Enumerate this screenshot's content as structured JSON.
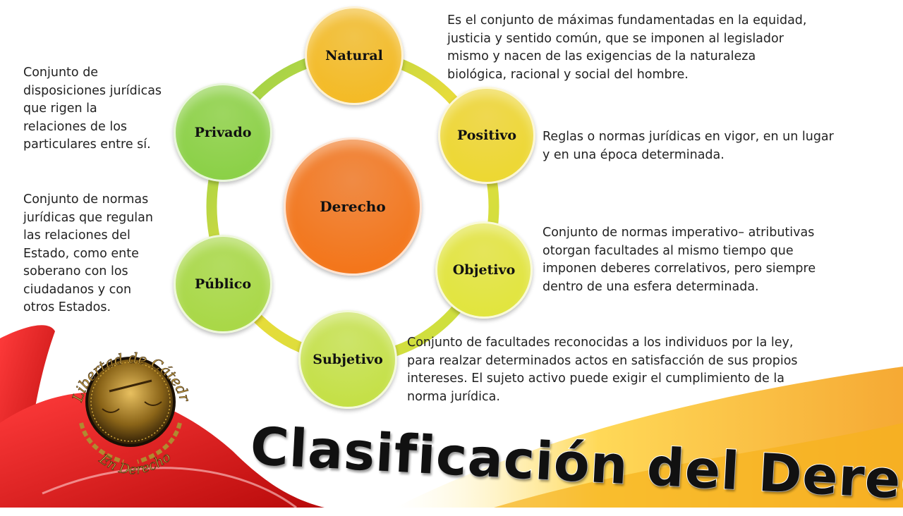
{
  "title": "Clasificación del Derecho",
  "logo": {
    "top_text": "Libertad de Cátedra",
    "bottom_text": "En Derecho"
  },
  "center": {
    "label": "Derecho",
    "color": "#f07a20"
  },
  "nodes": [
    {
      "label": "Natural",
      "color": "#f2bb2c"
    },
    {
      "label": "Positivo",
      "color": "#efd430"
    },
    {
      "label": "Objetivo",
      "color": "#e3e33a"
    },
    {
      "label": "Subjetivo",
      "color": "#c5e040"
    },
    {
      "label": "Público",
      "color": "#a9d845"
    },
    {
      "label": "Privado",
      "color": "#8fd14b"
    }
  ],
  "descriptions": {
    "natural": [
      "Es el conjunto de máximas  fundamentadas en la equidad,",
      "justicia  y sentido común, que se imponen al  legislador",
      "mismo y nacen de las exigencias  de la naturaleza",
      "biológica,  racional y  social del hombre."
    ],
    "positivo": [
      "Reglas o normas jurídicas  en vigor, en un lugar",
      "y en una época determinada."
    ],
    "objetivo": [
      "Conjunto de normas imperativo– atributivas",
      "otorgan facultades al mismo tiempo que",
      "imponen deberes  correlativos, pero siempre",
      "dentro de una esfera determinada."
    ],
    "subjetivo": [
      " Conjunto de facultades reconocidas a los  individuos  por la ley,",
      "para realzar determinados actos en satisfacción  de sus  propios",
      "intereses.  El  sujeto activo puede exigir  el cumplimiento de la",
      "norma jurídica."
    ],
    "privado": [
      "Conjunto de",
      "disposiciones  jurídicas",
      "que rigen la",
      "relaciones  de los",
      "particulares  entre sí."
    ],
    "publico": [
      "Conjunto de normas",
      "jurídicas  que regulan",
      "las  relaciones del",
      "Estado,  como ente",
      "soberano con los",
      "ciudadanos  y con",
      "otros  Estados."
    ]
  }
}
